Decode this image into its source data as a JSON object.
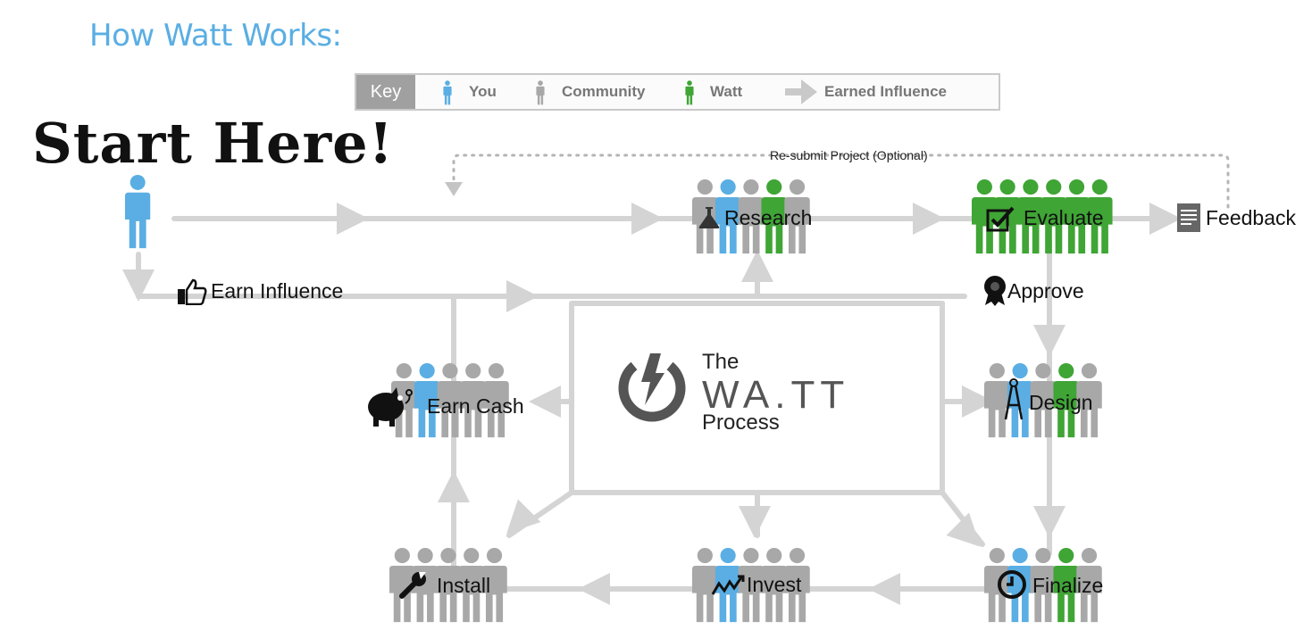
{
  "heading": "How Watt Works:",
  "start_label": "Start Here!",
  "key": {
    "title": "Key",
    "items": [
      {
        "label": "You",
        "color": "#5aaee3"
      },
      {
        "label": "Community",
        "color": "#a8a8a8"
      },
      {
        "label": "Watt",
        "color": "#3fa535"
      },
      {
        "label": "Earned Influence",
        "color": "#a8a8a8"
      }
    ]
  },
  "resubmit_label": "Re-submit Project (Optional)",
  "steps": {
    "research": "Research",
    "evaluate": "Evaluate",
    "feedback": "Feedback",
    "earn_influence": "Earn Influence",
    "approve": "Approve",
    "design": "Design",
    "earn_cash": "Earn Cash",
    "finalize": "Finalize",
    "invest": "Invest",
    "install": "Install"
  },
  "logo": {
    "the": "The",
    "name": "WA.TT",
    "process": "Process"
  },
  "colors": {
    "you": "#5aaee3",
    "community": "#a8a8a8",
    "watt": "#3fa535",
    "arrow": "#d4d4d4",
    "accent": "#5aaee3"
  }
}
